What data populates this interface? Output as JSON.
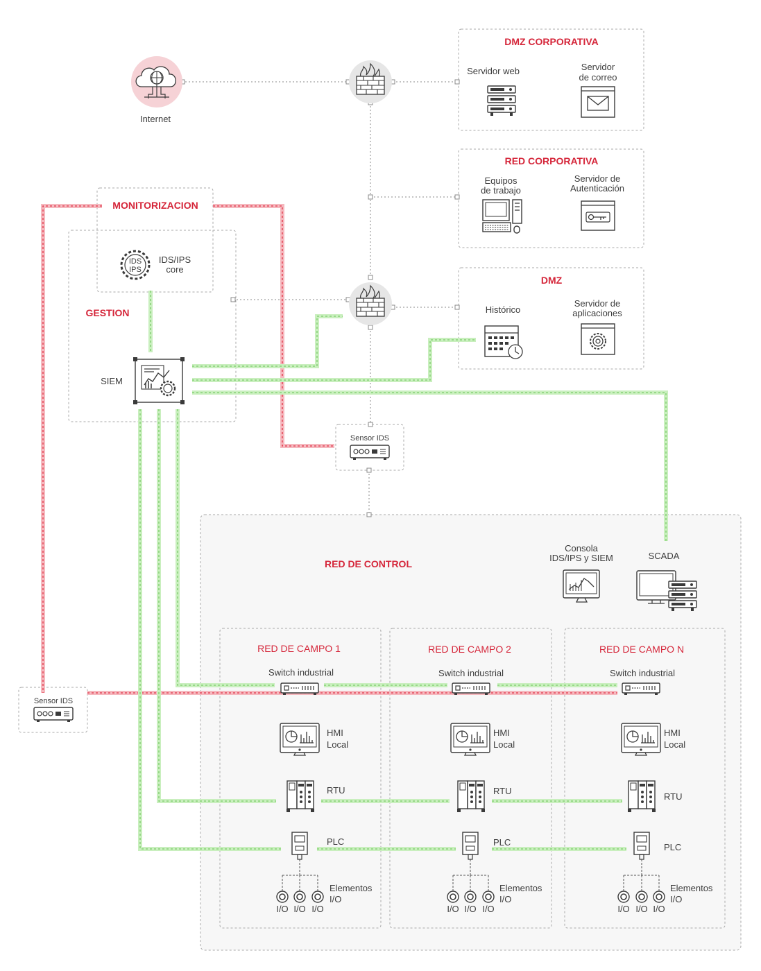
{
  "zones": {
    "dmz_corporativa": "DMZ CORPORATIVA",
    "red_corporativa": "RED CORPORATIVA",
    "dmz": "DMZ",
    "monitorizacion": "MONITORIZACION",
    "gestion": "GESTION",
    "red_control": "RED DE CONTROL",
    "campos": [
      "RED DE CAMPO 1",
      "RED DE CAMPO 2",
      "RED DE CAMPO N"
    ]
  },
  "nodes": {
    "internet": "Internet",
    "servidor_web": "Servidor web",
    "servidor_correo": [
      "Servidor",
      "de correo"
    ],
    "equipos_trabajo": [
      "Equipos",
      "de trabajo"
    ],
    "servidor_autenticacion": [
      "Servidor de",
      "Autenticación"
    ],
    "historico": "Histórico",
    "servidor_aplicaciones": [
      "Servidor de",
      "aplicaciones"
    ],
    "ids_ips_core": [
      "IDS/IPS",
      "core"
    ],
    "ids_icon_text": [
      "IDS",
      "IPS"
    ],
    "siem": "SIEM",
    "sensor_ids": "Sensor IDS",
    "consola": [
      "Consola",
      "IDS/IPS y SIEM"
    ],
    "scada": "SCADA",
    "switch_industrial": "Switch industrial",
    "hmi": [
      "HMI",
      "Local"
    ],
    "rtu": "RTU",
    "plc": "PLC",
    "elementos_io": [
      "Elementos",
      "I/O"
    ],
    "io": "I/O"
  },
  "colors": {
    "accent_red": "#d5263a",
    "monitoring_line": "#f5b8be",
    "management_line": "#c9efbe"
  },
  "icons": [
    "cloud-globe-icon",
    "firewall-icon",
    "server-rack-icon",
    "mail-icon",
    "workstation-icon",
    "key-icon",
    "calendar-clock-icon",
    "gear-window-icon",
    "ids-gear-icon",
    "siem-chart-icon",
    "sensor-device-icon",
    "console-monitor-icon",
    "scada-icon",
    "switch-icon",
    "hmi-icon",
    "rtu-icon",
    "plc-icon",
    "io-icon"
  ]
}
